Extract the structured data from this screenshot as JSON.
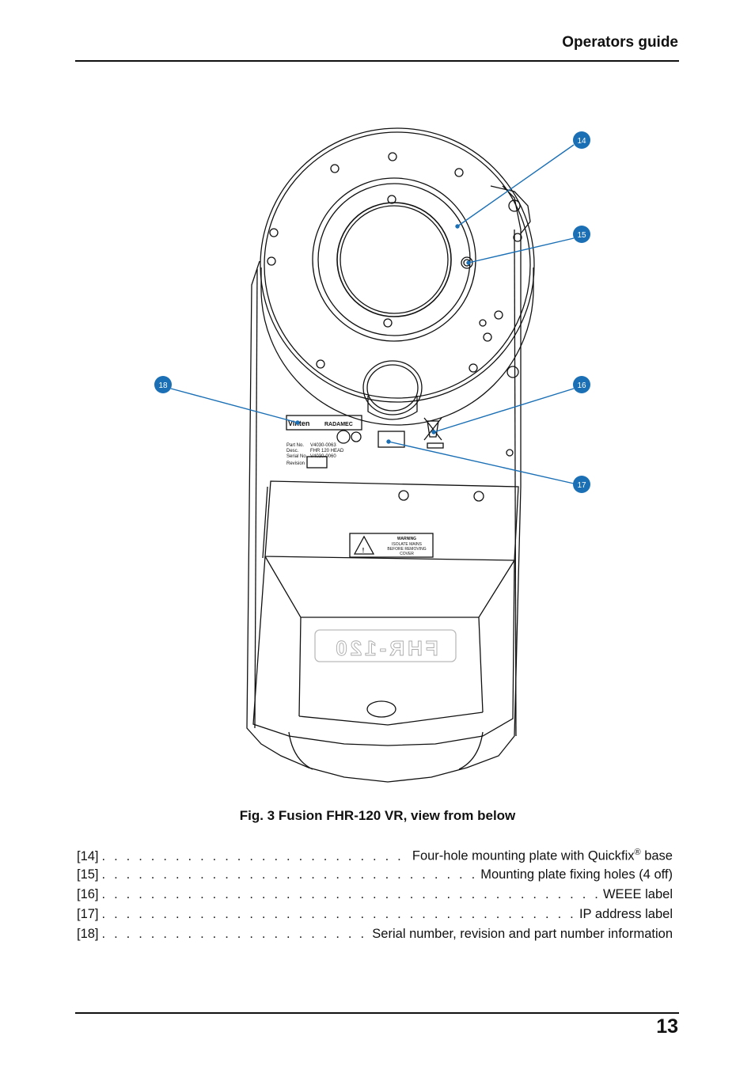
{
  "header": {
    "title": "Operators guide"
  },
  "page": {
    "number": "13"
  },
  "figure": {
    "caption": "Fig. 3  Fusion FHR-120 VR, view from below",
    "callouts": [
      "14",
      "15",
      "16",
      "17",
      "18"
    ],
    "device_labels": {
      "brand_left": "Vinten",
      "brand_right": "RADAMEC",
      "part_no_label": "Part No.",
      "part_no_value": "V4030-0063",
      "desc_label": "Desc.",
      "desc_value": "FHR 120 HEAD",
      "serial_label": "Serial No.",
      "serial_value": "V4030-0060",
      "revision_label": "Revision",
      "warning_line1": "WARNING",
      "warning_line2": "ISOLATE MAINS",
      "warning_line3": "BEFORE REMOVING",
      "warning_line4": "COVER",
      "embossed_model": "FHR-120"
    }
  },
  "legend": [
    {
      "key": "[14]",
      "text": "Four-hole mounting plate with Quickfix",
      "sup": "®",
      "suffix": " base"
    },
    {
      "key": "[15]",
      "text": "Mounting plate fixing holes (4 off)"
    },
    {
      "key": "[16]",
      "text": "WEEE label"
    },
    {
      "key": "[17]",
      "text": "IP address label"
    },
    {
      "key": "[18]",
      "text": "Serial number, revision and part number information"
    }
  ],
  "colors": {
    "callout": "#1a6fb5",
    "line": "#1a6fb5"
  }
}
